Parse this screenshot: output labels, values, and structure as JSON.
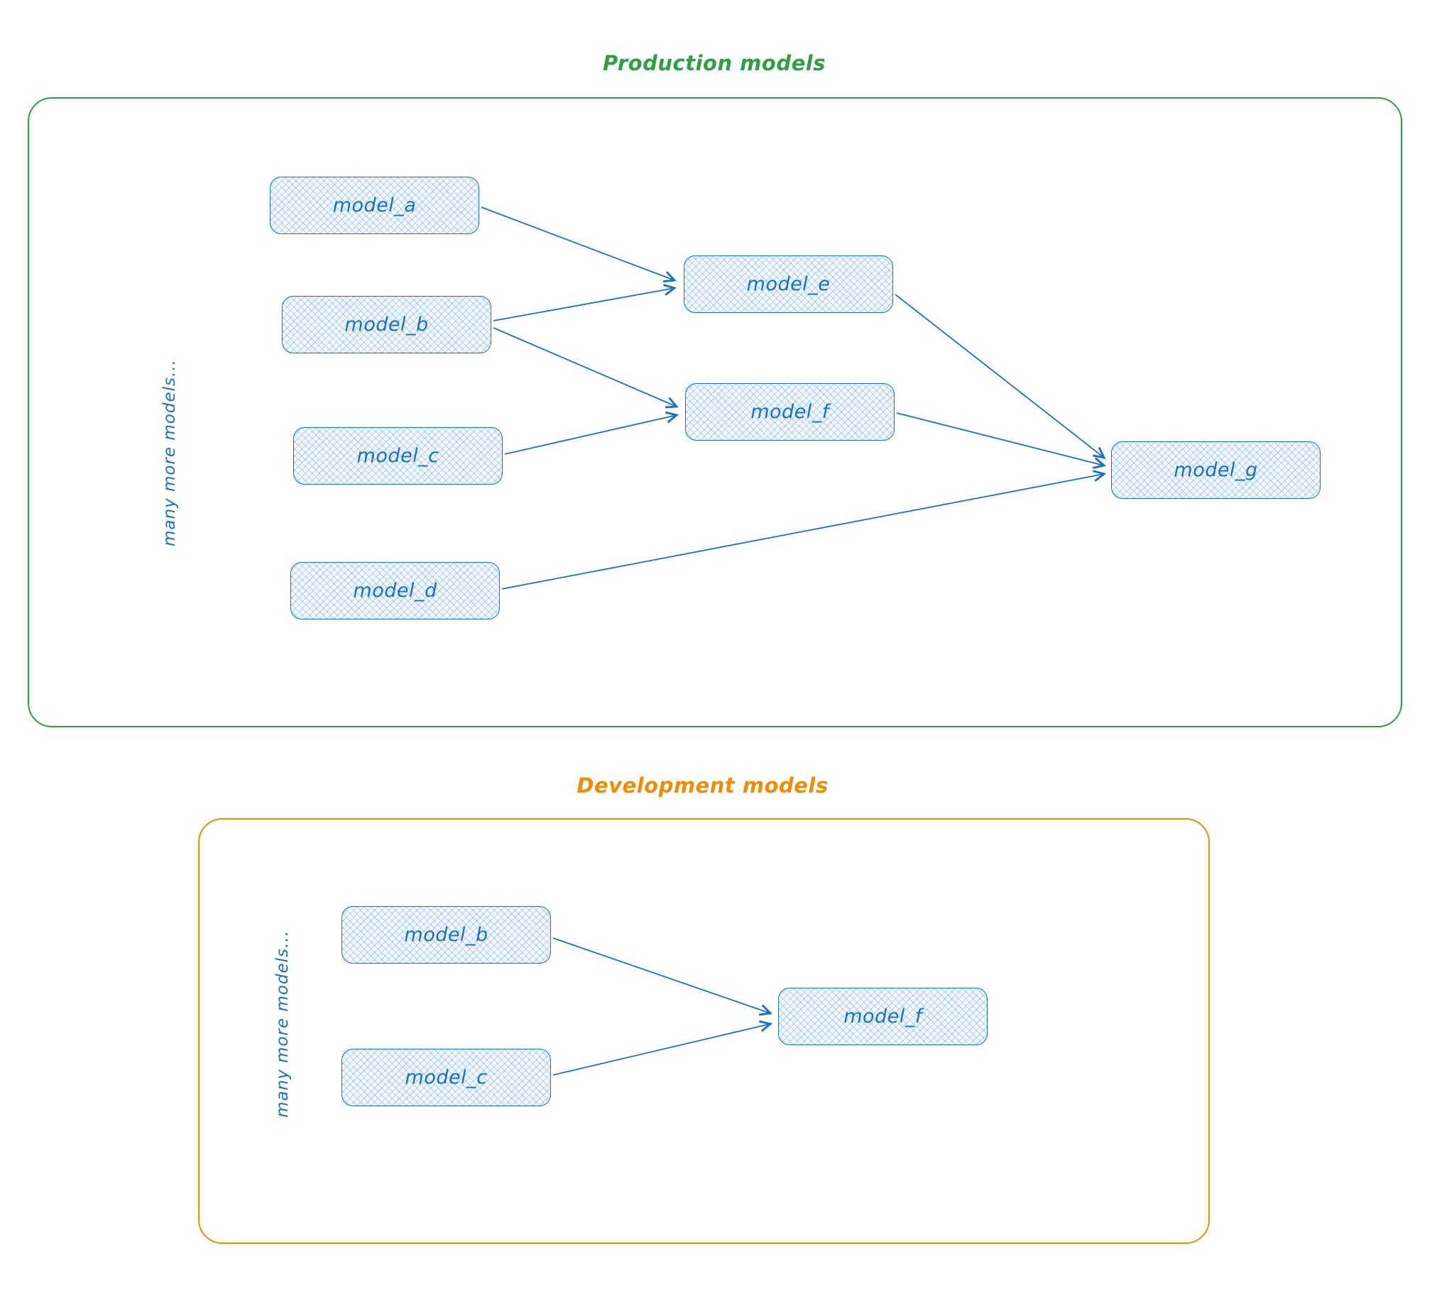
{
  "diagram": {
    "production": {
      "title": "Production models",
      "side_note": "many more models...",
      "nodes": {
        "model_a": {
          "label": "model_a"
        },
        "model_b": {
          "label": "model_b"
        },
        "model_c": {
          "label": "model_c"
        },
        "model_d": {
          "label": "model_d"
        },
        "model_e": {
          "label": "model_e"
        },
        "model_f": {
          "label": "model_f"
        },
        "model_g": {
          "label": "model_g"
        }
      },
      "edges": [
        {
          "from": "model_a",
          "to": "model_e"
        },
        {
          "from": "model_b",
          "to": "model_e"
        },
        {
          "from": "model_b",
          "to": "model_f"
        },
        {
          "from": "model_c",
          "to": "model_f"
        },
        {
          "from": "model_e",
          "to": "model_g"
        },
        {
          "from": "model_f",
          "to": "model_g"
        },
        {
          "from": "model_d",
          "to": "model_g"
        }
      ]
    },
    "development": {
      "title": "Development models",
      "side_note": "many more models...",
      "nodes": {
        "model_b": {
          "label": "model_b"
        },
        "model_c": {
          "label": "model_c"
        },
        "model_f": {
          "label": "model_f"
        }
      },
      "edges": [
        {
          "from": "model_b",
          "to": "model_f"
        },
        {
          "from": "model_c",
          "to": "model_f"
        }
      ]
    },
    "colors": {
      "production_border": "#2f9e44",
      "development_border": "#f08c00",
      "node_color": "#1971c2",
      "node_fill": "#f2f8fe",
      "background": "#ffffff"
    }
  }
}
